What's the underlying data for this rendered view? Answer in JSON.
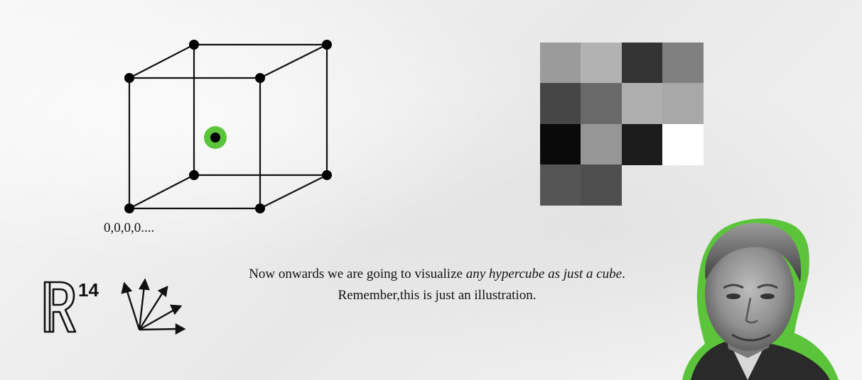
{
  "cube": {
    "label": "0,0,0,0....",
    "vertex_color": "#000000",
    "highlight_color": "#5cc43a"
  },
  "pixel_grid": {
    "rows": 4,
    "cols": 4,
    "gray_levels": [
      [
        155,
        178,
        51,
        128
      ],
      [
        70,
        105,
        175,
        168
      ],
      [
        10,
        150,
        28,
        255
      ],
      [
        85,
        78,
        null,
        null
      ]
    ]
  },
  "space_label": {
    "superscript": "14"
  },
  "caption": {
    "line1_prefix": "Now onwards we are going to visualize ",
    "line1_emphasis": "any hypercube as just a cube",
    "line1_suffix": ".",
    "line2": "Remember,this is just an illustration."
  },
  "presenter": {
    "outline_color": "#5cc43a"
  }
}
